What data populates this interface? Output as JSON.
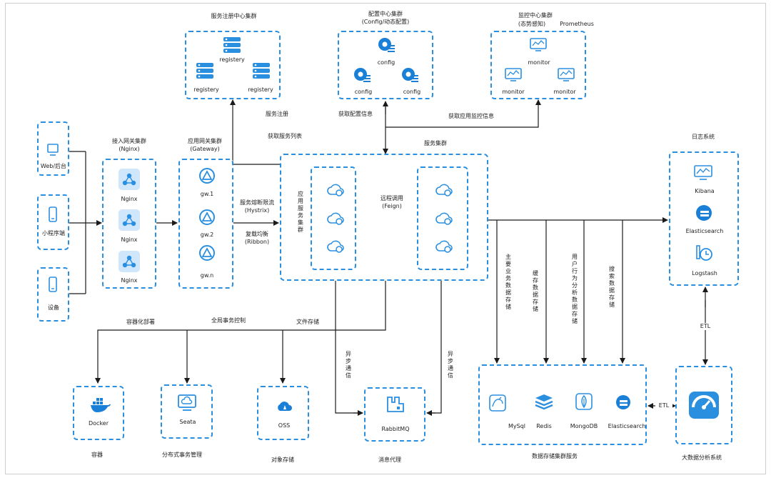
{
  "colors": {
    "accent": "#2b8fe0",
    "line": "#1a1a1a"
  },
  "registry_cluster": {
    "title": "服务注册中心集群",
    "nodes": [
      "registery",
      "registery",
      "registery"
    ]
  },
  "config_cluster": {
    "title": "配置中心集群",
    "subtitle": "(Config/动态配置)",
    "nodes": [
      "config",
      "config",
      "config"
    ]
  },
  "monitor_cluster": {
    "title": "监控中心集群",
    "subtitle": "(态势感知)",
    "tag": "Prometheus",
    "nodes": [
      "monitor",
      "monitor",
      "monitor"
    ]
  },
  "arrows": {
    "register": "服务注册",
    "get_config": "获取配置信息",
    "get_monitor": "获取应用监控信息",
    "get_service_list": "获取服务列表",
    "circuit": "服务熔断限流",
    "circuit_sub": "(Hystrix)",
    "lb": "复载均衡",
    "lb_sub": "(Ribbon)",
    "remote_call": "远程调用",
    "remote_call_sub": "(Feign)",
    "container_deploy": "容器化部署",
    "global_tx": "全局事务控制",
    "file_storage": "文件存储",
    "async1": "异步通信",
    "async2": "异步通信",
    "main_storage": "主要业务数据存储",
    "cache_storage": "缓存数据存储",
    "behavior_storage": "用户行为分析数据存储",
    "search_storage": "搜索数据存储",
    "etl_top": "ETL",
    "etl_bottom": "ETL"
  },
  "clients": [
    {
      "label": "Web/后台",
      "icon": "monitor-icon"
    },
    {
      "label": "小程序端",
      "icon": "phone-icon"
    },
    {
      "label": "设备",
      "icon": "device-icon"
    }
  ],
  "nginx_cluster": {
    "title": "接入网关集群",
    "subtitle": "(Nginx)",
    "nodes": [
      "Nginx",
      "Nginx",
      "Nginx"
    ]
  },
  "gateway_cluster": {
    "title": "应用网关集群",
    "subtitle": "(Gateway)",
    "nodes": [
      "gw.1",
      "gw.2",
      "gw.n"
    ]
  },
  "service_cluster": {
    "title": "服务集群",
    "app_service_label": "应用服务集群"
  },
  "log_system": {
    "title": "日志系统",
    "nodes": [
      "Kibana",
      "Elasticsearch",
      "Logstash"
    ]
  },
  "bottom": {
    "docker": {
      "node": "Docker",
      "caption": "容器"
    },
    "seata": {
      "node": "Seata",
      "caption": "分布式事务管理"
    },
    "oss": {
      "node": "OSS",
      "caption": "对象存储"
    },
    "mq": {
      "node": "RabbitMQ",
      "caption": "消息代理"
    }
  },
  "storage_cluster": {
    "caption": "数据存储集群服务",
    "nodes": [
      "MySql",
      "Redis",
      "MongoDB",
      "Elasticsearch"
    ]
  },
  "bigdata": {
    "caption": "大数据分析系统"
  }
}
